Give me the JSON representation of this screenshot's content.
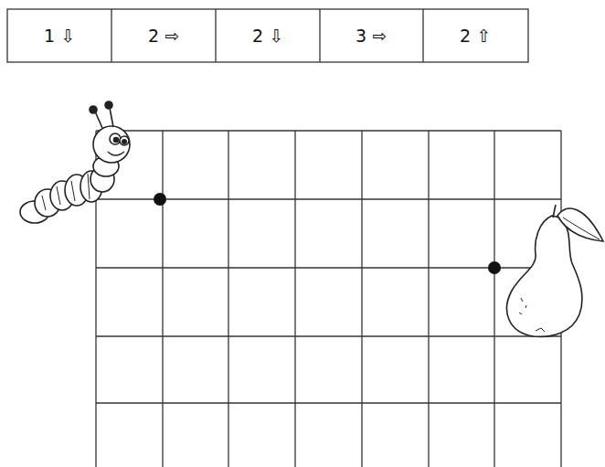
{
  "diagram": {
    "labels": [
      "1 ⇩",
      "2 ⇨",
      "2 ⇩",
      "3 ⇨",
      "2 ⇧"
    ]
  }
}
